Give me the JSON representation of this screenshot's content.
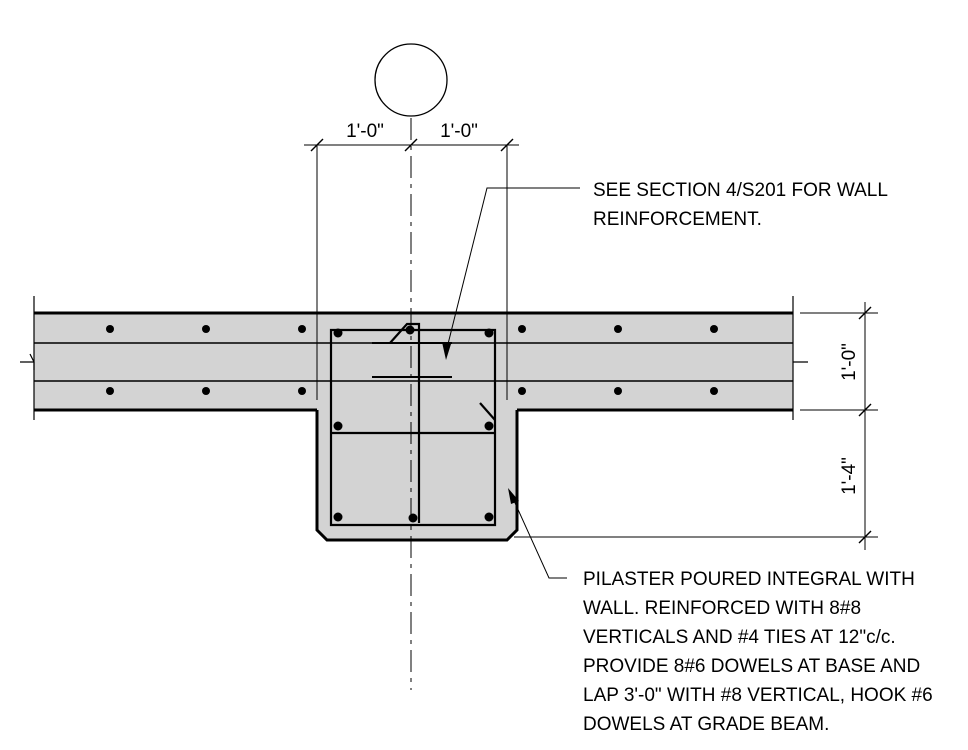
{
  "dimensions": {
    "left_width": "1'-0\"",
    "right_width": "1'-0\"",
    "wall_thickness": "1'-0\"",
    "pilaster_projection": "1'-4\""
  },
  "notes": {
    "wall_reinforcement": {
      "lines": [
        "SEE SECTION 4/S201 FOR WALL",
        "REINFORCEMENT."
      ]
    },
    "pilaster": {
      "lines": [
        "PILASTER POURED INTEGRAL WITH",
        "WALL.  REINFORCED WITH 8#8",
        "VERTICALS AND #4 TIES AT 12\"c/c.",
        "PROVIDE 8#6 DOWELS AT BASE AND",
        "LAP 3'-0\" WITH #8 VERTICAL, HOOK #6",
        "DOWELS AT GRADE BEAM."
      ]
    }
  },
  "colors": {
    "concrete_fill": "#d3d3d3",
    "line": "#000000"
  }
}
